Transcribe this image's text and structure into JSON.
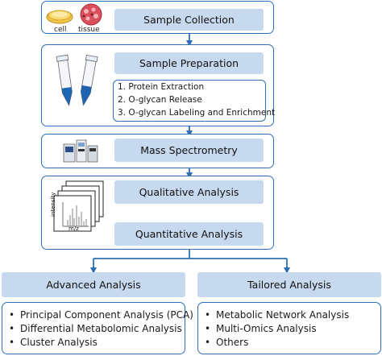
{
  "colors": {
    "border": "#2f6fb5",
    "box_fill": "#c6d9ee",
    "arrow": "#2f6fb5"
  },
  "stages": {
    "collection": {
      "title": "Sample Collection",
      "cell_label": "cell",
      "tissue_label": "tissue"
    },
    "preparation": {
      "title": "Sample Preparation",
      "steps": [
        "1. Protein Extraction",
        "2. O-glycan Release",
        "3. O-glycan Labeling and Enrichment"
      ]
    },
    "mass_spec": {
      "title": "Mass Spectrometry"
    },
    "analysis": {
      "qualitative": "Qualitative Analysis",
      "quantitative": "Quantitative Analysis",
      "spectrum_y_label": "intensity",
      "spectrum_x_label": "m/z"
    }
  },
  "advanced": {
    "title": "Advanced Analysis",
    "items": [
      "Principal Component Analysis (PCA)",
      "Differential Metabolomic Analysis",
      "Cluster Analysis"
    ]
  },
  "tailored": {
    "title": "Tailored Analysis",
    "items": [
      "Metabolic Network Analysis",
      "Multi-Omics Analysis",
      "Others"
    ]
  }
}
